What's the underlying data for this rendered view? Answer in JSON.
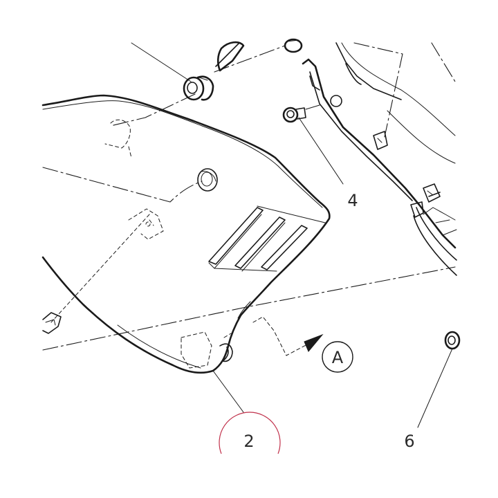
{
  "callouts": {
    "c2": "2",
    "c4": "4",
    "c6": "6",
    "view": "A"
  },
  "colors": {
    "ink": "#1a1a1a",
    "highlight_circle": "#c0304a"
  }
}
